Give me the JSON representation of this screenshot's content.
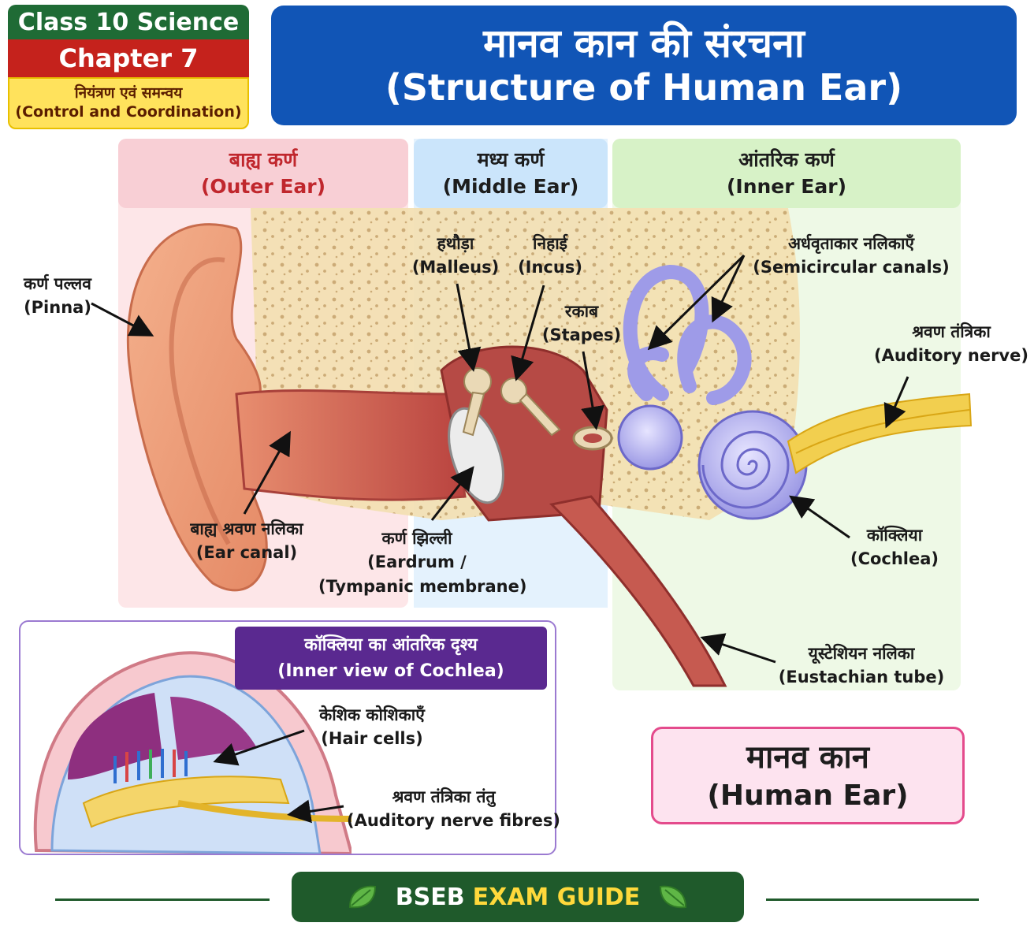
{
  "header": {
    "class_label": "Class 10 Science",
    "chapter_label": "Chapter 7",
    "topic_hi": "नियंत्रण एवं समन्वय",
    "topic_en": "(Control and Coordination)"
  },
  "title": {
    "hi": "मानव कान की संरचना",
    "en": "(Structure of Human Ear)"
  },
  "sections": {
    "outer": {
      "hi": "बाह्य कर्ण",
      "en": "(Outer Ear)",
      "color": "#c0272d"
    },
    "middle": {
      "hi": "मध्य कर्ण",
      "en": "(Middle Ear)",
      "color": "#1d1d1d"
    },
    "inner": {
      "hi": "आंतरिक कर्ण",
      "en": "(Inner Ear)",
      "color": "#1d1d1d"
    }
  },
  "labels": {
    "pinna": {
      "hi": "कर्ण पल्लव",
      "en": "(Pinna)"
    },
    "ear_canal": {
      "hi": "बाह्य श्रवण नलिका",
      "en": "(Ear canal)"
    },
    "eardrum": {
      "hi": "कर्ण झिल्ली",
      "en": "(Eardrum /",
      "en2": "(Tympanic membrane)"
    },
    "malleus": {
      "hi": "हथौड़ा",
      "en": "(Malleus)"
    },
    "incus": {
      "hi": "निहाई",
      "en": "(Incus)"
    },
    "stapes": {
      "hi": "रकाब",
      "en": "(Stapes)"
    },
    "semicircular": {
      "hi": "अर्धवृताकार नलिकाएँ",
      "en": "(Semicircular canals)"
    },
    "auditory_nerve": {
      "hi": "श्रवण तंत्रिका",
      "en": "(Auditory nerve)"
    },
    "cochlea": {
      "hi": "कॉक्लिया",
      "en": "(Cochlea)"
    },
    "eustachian": {
      "hi": "यूस्टेशियन नलिका",
      "en": "(Eustachian tube)"
    }
  },
  "inset": {
    "title_hi": "कॉक्लिया का आंतरिक दृश्य",
    "title_en": "(Inner view of Cochlea)",
    "hair_cells": {
      "hi": "केशिक कोशिकाएँ",
      "en": "(Hair cells)"
    },
    "nerve_fibres": {
      "hi": "श्रवण तंत्रिका तंतु",
      "en": "(Auditory nerve fibres)"
    }
  },
  "caption": {
    "hi": "मानव कान",
    "en": "(Human Ear)"
  },
  "footer": {
    "part1": "BSEB",
    "part2": "EXAM GUIDE"
  },
  "colors": {
    "dark_green": "#1f6b35",
    "red": "#c5221c",
    "yellow": "#ffe25c",
    "title_blue": "#1155b6",
    "inset_purple": "#5a2990",
    "caption_pink": "#e44b8c",
    "footer_yellow": "#ffd93b"
  }
}
